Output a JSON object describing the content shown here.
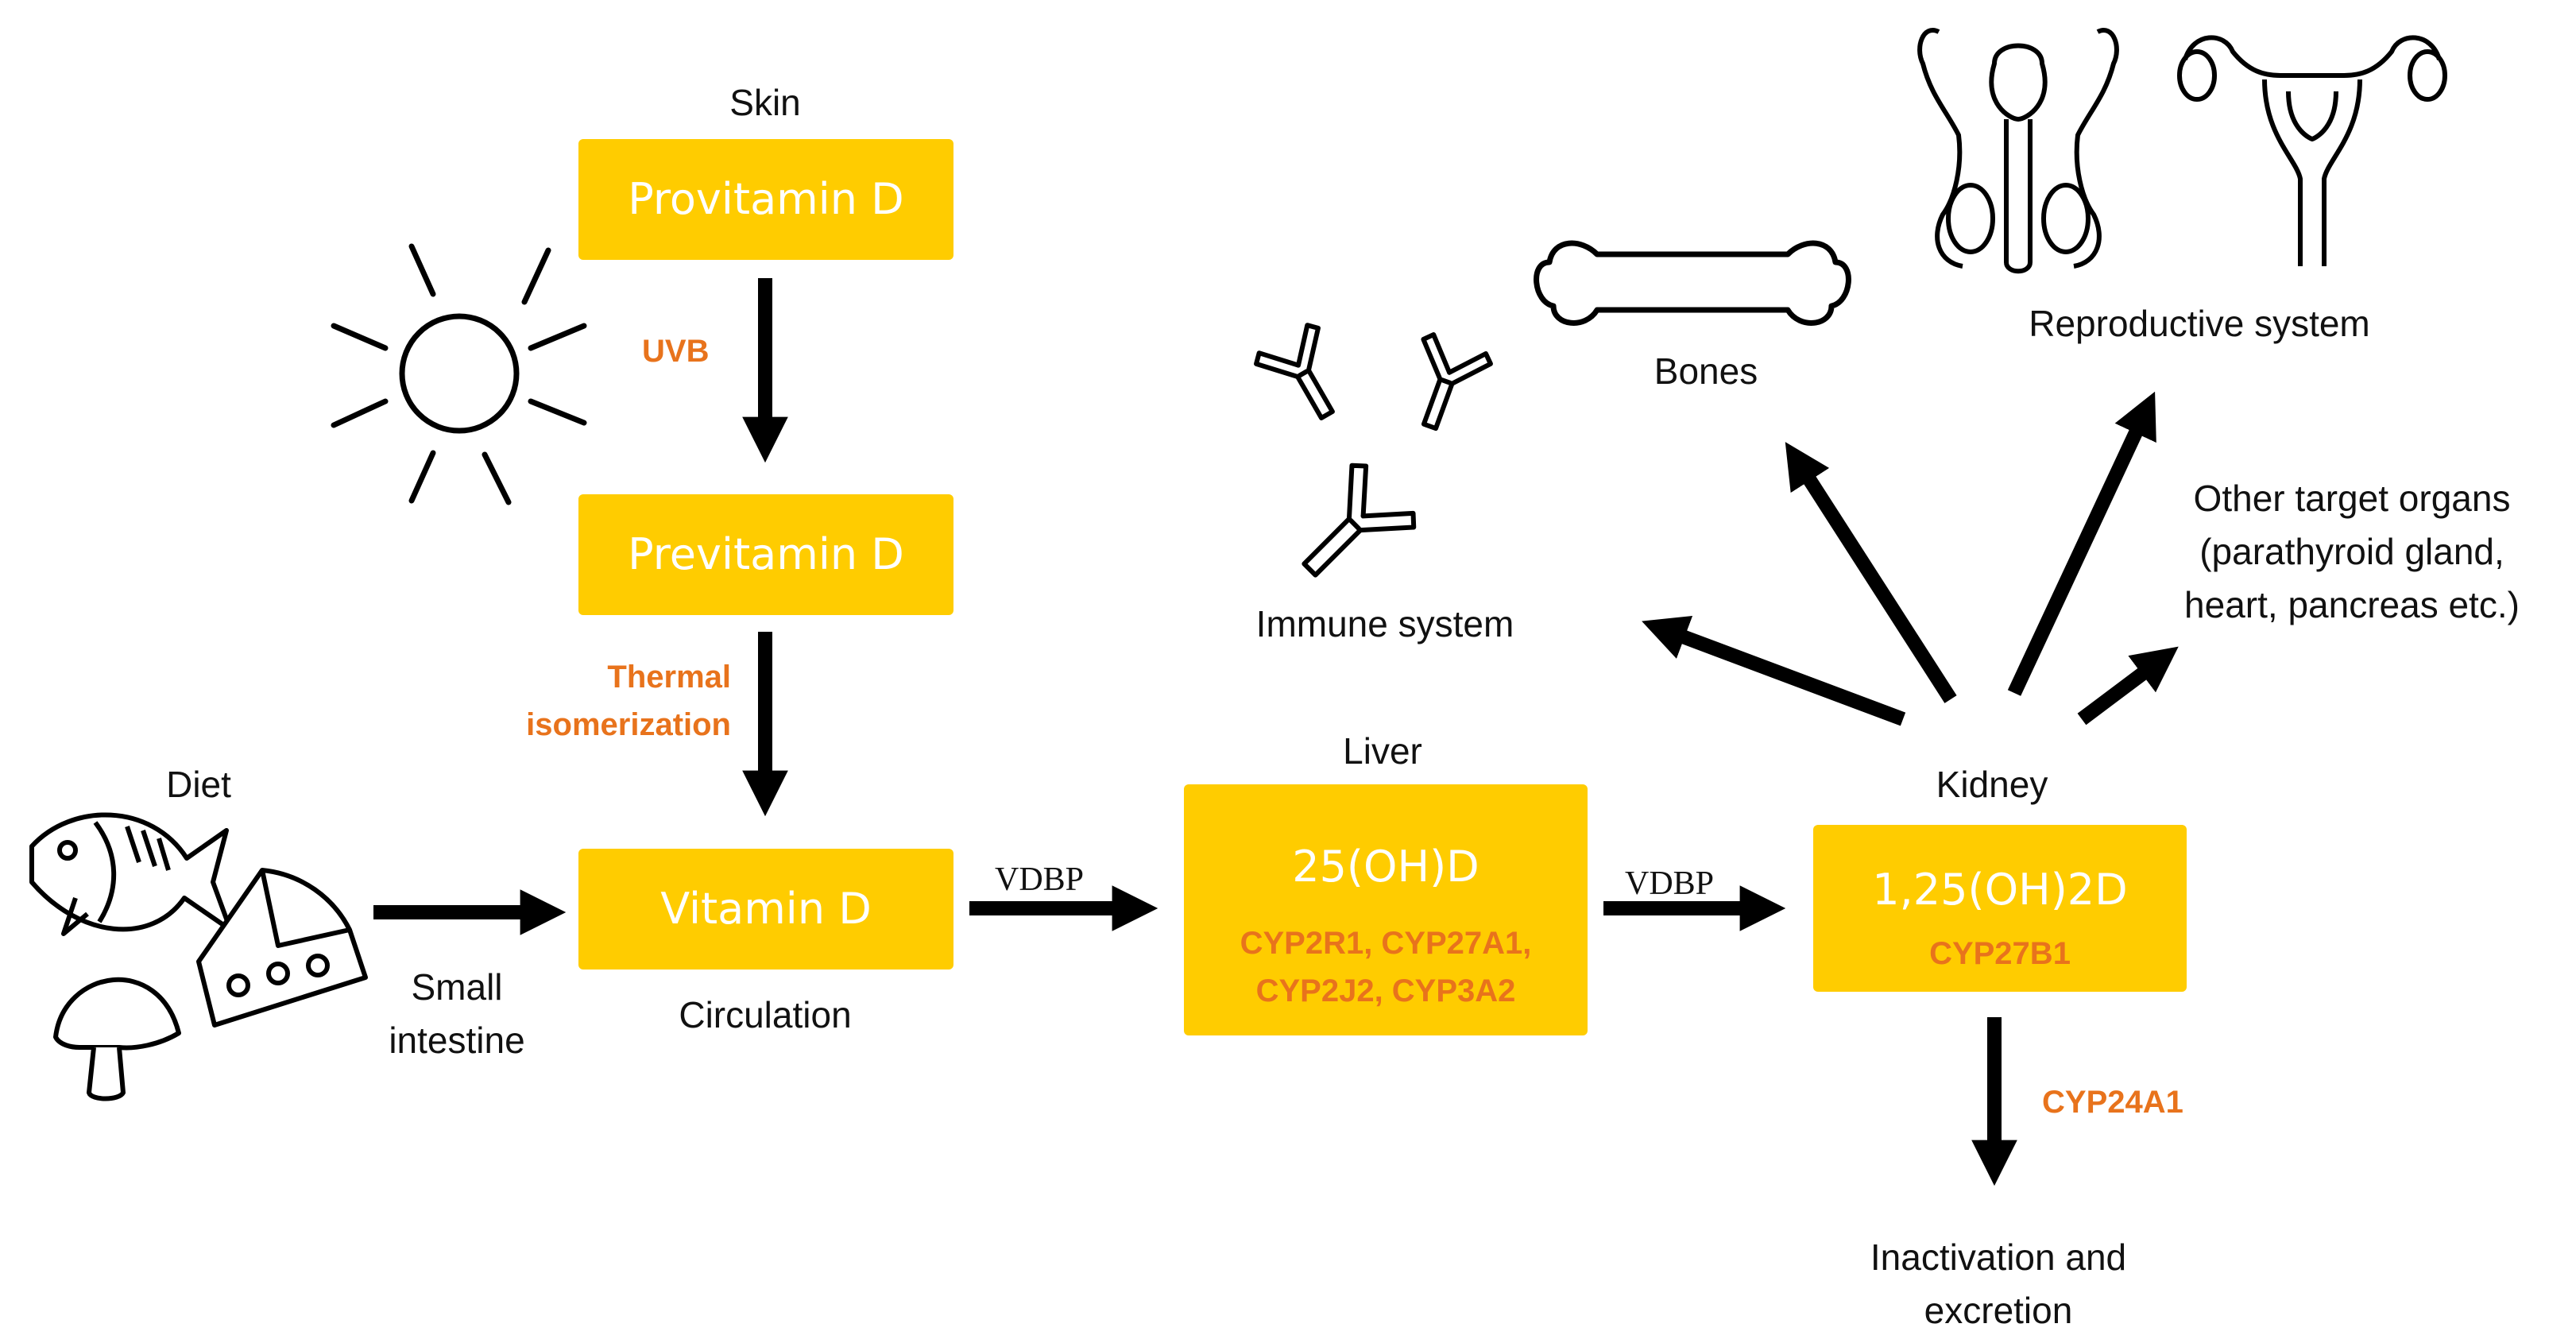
{
  "skin": {
    "label": "Skin",
    "provitamin": "Provitamin D",
    "previtamin": "Previtamin D"
  },
  "uvb": "UVB",
  "thermal": {
    "line1": "Thermal",
    "line2": "isomerization"
  },
  "diet": {
    "label": "Diet",
    "small_intestine_line1": "Small",
    "small_intestine_line2": "intestine"
  },
  "circulation": {
    "vitamin": "Vitamin D",
    "label": "Circulation"
  },
  "vdbp": "VDBP",
  "liver": {
    "label": "Liver",
    "product": "25(OH)D",
    "enzymes_line1": "CYP2R1, CYP27A1,",
    "enzymes_line2": "CYP2J2, CYP3A2"
  },
  "kidney": {
    "label": "Kidney",
    "product": "1,25(OH)2D",
    "enzyme": "CYP27B1"
  },
  "inactivation": {
    "enzyme": "CYP24A1",
    "line1": "Inactivation and",
    "line2": "excretion"
  },
  "targets": {
    "immune": "Immune system",
    "bones": "Bones",
    "reproductive": "Reproductive system",
    "other_line1": "Other target organs",
    "other_line2": "(parathyroid gland,",
    "other_line3": "heart, pancreas etc.)"
  },
  "colors": {
    "box": "#ffcc00",
    "enzyme_text": "#e8731c",
    "arrow": "#000000"
  },
  "icons": [
    "sun-icon",
    "fish-icon",
    "cheese-icon",
    "mushroom-icon",
    "antibody-icon",
    "bone-icon",
    "male-reproductive-icon",
    "female-reproductive-icon"
  ]
}
